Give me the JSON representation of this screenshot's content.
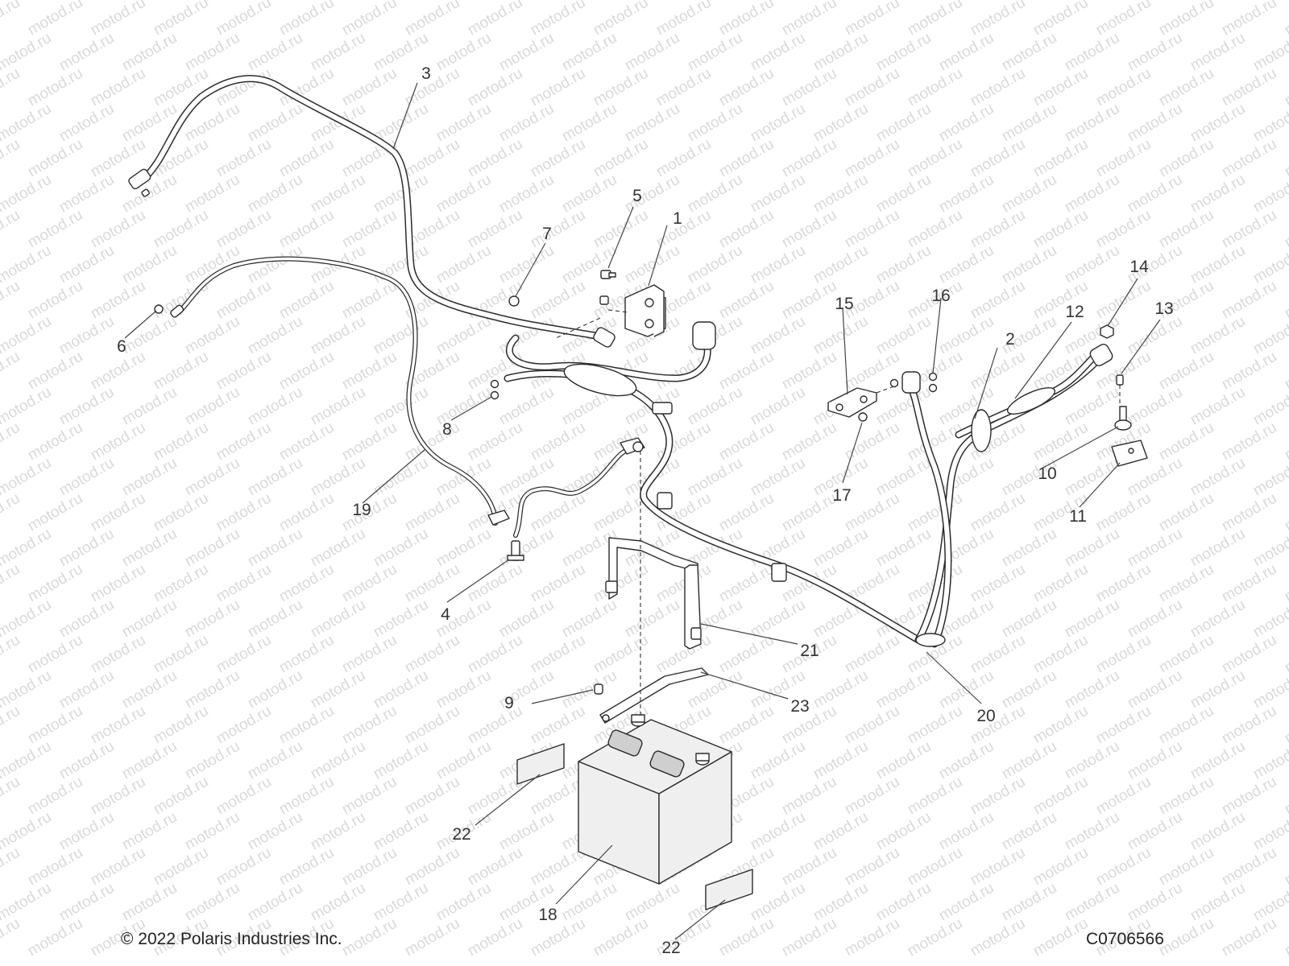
{
  "watermark_text": "motod.ru",
  "callouts": [
    "1",
    "2",
    "3",
    "4",
    "5",
    "6",
    "7",
    "8",
    "9",
    "10",
    "11",
    "12",
    "13",
    "14",
    "15",
    "16",
    "17",
    "19",
    "20",
    "21",
    "22",
    "22",
    "23",
    "18"
  ],
  "footer": {
    "copyright": "© 2022 Polaris Industries Inc.",
    "drawing_id": "C0706566"
  },
  "colors": {
    "line": "#2b2b2b",
    "watermark": "#d9d9d9",
    "battery_fill": "#efefef"
  }
}
